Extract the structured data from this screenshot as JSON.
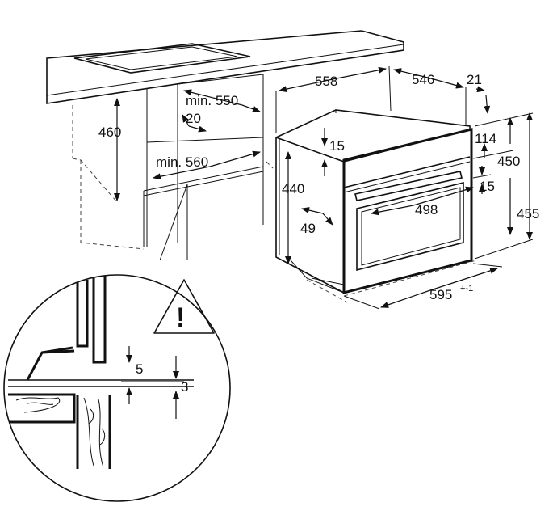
{
  "diagram": {
    "labels": {
      "d558": "558",
      "d546": "546",
      "d21": "21",
      "min550": "min. 550",
      "d20": "20",
      "d460": "460",
      "d15a": "15",
      "d114": "114",
      "d450": "450",
      "min560": "min. 560",
      "d440": "440",
      "d15b": "15",
      "d455": "455",
      "d498": "498",
      "d49": "49",
      "d595": "595",
      "tol595": "+-1",
      "d5": "5",
      "d3": "3"
    },
    "warning_symbol": "!",
    "icons": [
      "warning-triangle-icon"
    ]
  }
}
